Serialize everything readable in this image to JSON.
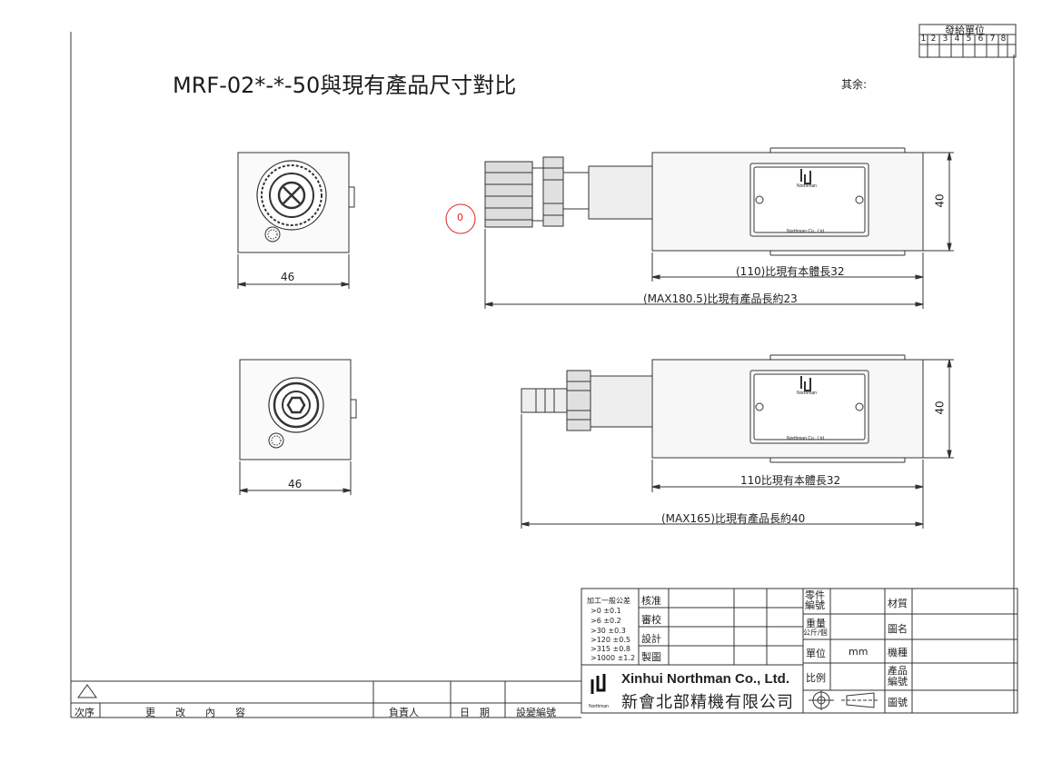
{
  "title": "MRF-02*-*-50與現有產品尺寸對比",
  "misc_label": "其余:",
  "distribution": {
    "label": "發給單位",
    "numbers": [
      "1",
      "2",
      "3",
      "4",
      "5",
      "6",
      "7",
      "8"
    ]
  },
  "views": {
    "top": {
      "width_label": "46",
      "height_label": "40",
      "body_length_label": "(110)比現有本體長32",
      "total_length_label": "(MAX180.5)比現有產品長約23"
    },
    "bottom": {
      "width_label": "46",
      "height_label": "40",
      "body_length_label": "110比現有本體長32",
      "total_length_label": "(MAX165)比現有產品長約40"
    },
    "nameplate_text": "Northman Co., Ltd.",
    "logo_text": "Northman",
    "marker_label": "0"
  },
  "title_block": {
    "tolerance_title": "加工一般公差",
    "tolerances": [
      ">0  ±0.1",
      ">6  ±0.2",
      ">30  ±0.3",
      ">120  ±0.5",
      ">315  ±0.8",
      ">1000  ±1.2"
    ],
    "approve": "核准",
    "review": "審校",
    "design": "設計",
    "draw": "製圖",
    "part_no": "零件編號",
    "weight": "重量",
    "weight_unit": "公斤/個",
    "unit": "單位",
    "unit_value": "mm",
    "scale": "比例",
    "material": "材質",
    "drawing_name": "圖名",
    "model": "機種",
    "product_no": "產品編號",
    "drawing_no": "圖號",
    "company_en": "Xinhui Northman Co., Ltd.",
    "company_zh": "新會北部精機有限公司",
    "logo_small": "Northman"
  },
  "revision_block": {
    "seq": "次序",
    "content": "更　　改　　內　　容",
    "responsible": "負責人",
    "date": "日　期",
    "change_no": "設變編號"
  }
}
